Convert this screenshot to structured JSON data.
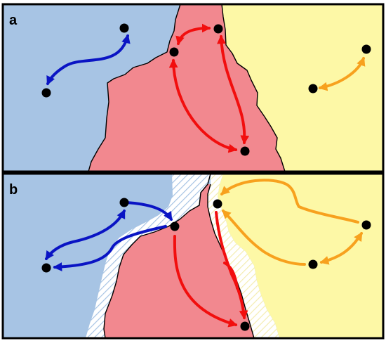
{
  "panels": [
    {
      "id": "a",
      "label": "a"
    },
    {
      "id": "b",
      "label": "b"
    }
  ],
  "colors": {
    "region_left": "#a7c4e4",
    "region_middle": "#f2888f",
    "region_right": "#fdf8a6",
    "hatch_zone": "#ffffff",
    "hatch_line": "#a7c4e4",
    "arrow_blue": "#0a14c4",
    "arrow_red": "#f20e0e",
    "arrow_orange": "#f7a11e",
    "node": "#000000",
    "border": "#000000"
  },
  "icons": {
    "node": "black-dot",
    "arrowhead": "triangle-arrowhead"
  }
}
